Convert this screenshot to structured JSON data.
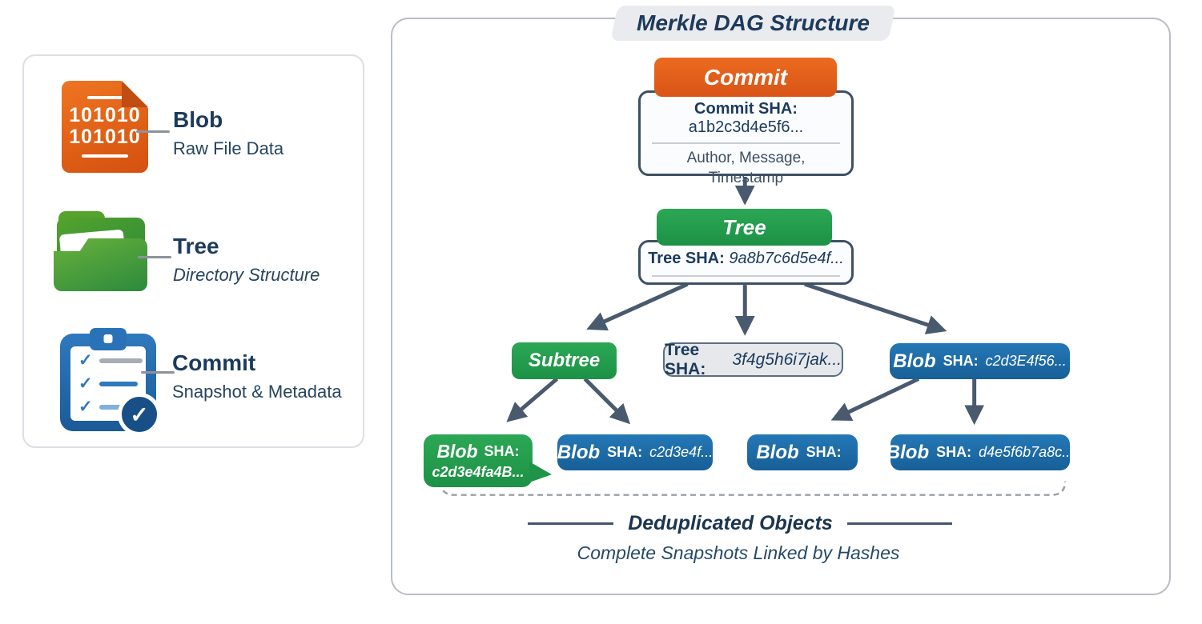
{
  "legend": {
    "items": [
      {
        "title": "Blob",
        "subtitle": "Raw File Data",
        "icon": "binary-file-icon",
        "color": "#e2611c",
        "icon_lines": [
          "101010",
          "101010"
        ]
      },
      {
        "title": "Tree",
        "subtitle": "Directory Structure",
        "icon": "folder-icon",
        "color": "#3c9a3f"
      },
      {
        "title": "Commit",
        "subtitle": "Snapshot & Metadata",
        "icon": "clipboard-check-icon",
        "color": "#2a6db5"
      }
    ]
  },
  "diagram": {
    "title": "Merkle DAG Structure",
    "nodes": {
      "commit": {
        "header": "Commit",
        "sha_label": "Commit SHA:",
        "sha_value": "a1b2c3d4e5f6...",
        "meta": [
          "Author, Message,",
          "Timestamp"
        ]
      },
      "tree": {
        "header": "Tree",
        "sha_label": "Tree SHA:",
        "sha_value": "9a8b7c6d5e4f..."
      },
      "subtree": {
        "header": "Subtree"
      },
      "tree_sha": {
        "sha_label": "Tree SHA:",
        "sha_value": "3f4g5h6i7jak..."
      },
      "blob_top_right": {
        "label": "Blob",
        "sha_label": "SHA:",
        "sha_value": "c2d3E4f56..."
      },
      "blob_leaf_green": {
        "label": "Blob",
        "sha_label": "SHA:",
        "sha_value": "c2d3e4fa4B..."
      },
      "blob_leaf_1": {
        "label": "Blob",
        "sha_label": "SHA:",
        "sha_value": "c2d3e4f..."
      },
      "blob_leaf_2": {
        "label": "Blob",
        "sha_label": "SHA:",
        "sha_value": ""
      },
      "blob_leaf_3": {
        "label": "Blob",
        "sha_label": "SHA:",
        "sha_value": "d4e5f6b7a8c..."
      }
    },
    "footer": {
      "caption": "Deduplicated Objects",
      "subcaption": "Complete Snapshots Linked by Hashes"
    }
  },
  "icons": {
    "check": "✓"
  },
  "colors": {
    "navy_text": "#1c3a5c",
    "slate_text": "#3d4f63",
    "arrow": "#4a5a6e",
    "orange": "#e2611c",
    "green": "#26a14d",
    "blue": "#1f6fad",
    "gray_fill": "#e6e8eb",
    "panel_border": "#b9bdc6",
    "banner_fill": "#e9ebee"
  }
}
